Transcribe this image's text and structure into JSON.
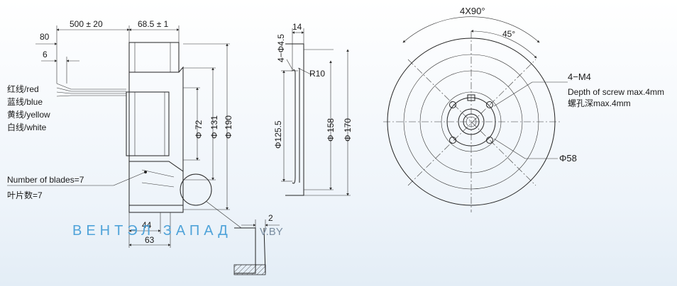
{
  "side_view": {
    "dim_cable_length": "500 ± 20",
    "dim_width": "68.5 ± 1",
    "dim_strip": "80",
    "dim_tin": "6",
    "wire_red": "红线/red",
    "wire_blue": "蓝线/blue",
    "wire_yellow": "黄线/yellow",
    "wire_white": "白线/white",
    "dia_hub": "Φ 72",
    "dia_inlet": "Φ 131",
    "dia_outer": "Φ 190",
    "blades_en": "Number of blades=7",
    "blades_cn": "叶片数=7",
    "dim_44": "44",
    "dim_63": "63"
  },
  "ring_view": {
    "hole": "4−Φ4.5",
    "dim_14": "14",
    "radius": "R10",
    "dia_125": "Φ125.5",
    "dia_158": "Φ 158",
    "dia_170": "Φ 170"
  },
  "front_view": {
    "angle_spacing": "4X90°",
    "angle_45": "45°",
    "thread": "4−M4",
    "depth_en": "Depth of screw max.4mm",
    "depth_cn": "螺孔深max.4mm",
    "dia_58": "Φ58"
  },
  "detail": {
    "dim_2": "2"
  },
  "watermark": {
    "brand": "ВЕНТЭЛ ЗАПАД",
    "domain": "V.BY"
  }
}
